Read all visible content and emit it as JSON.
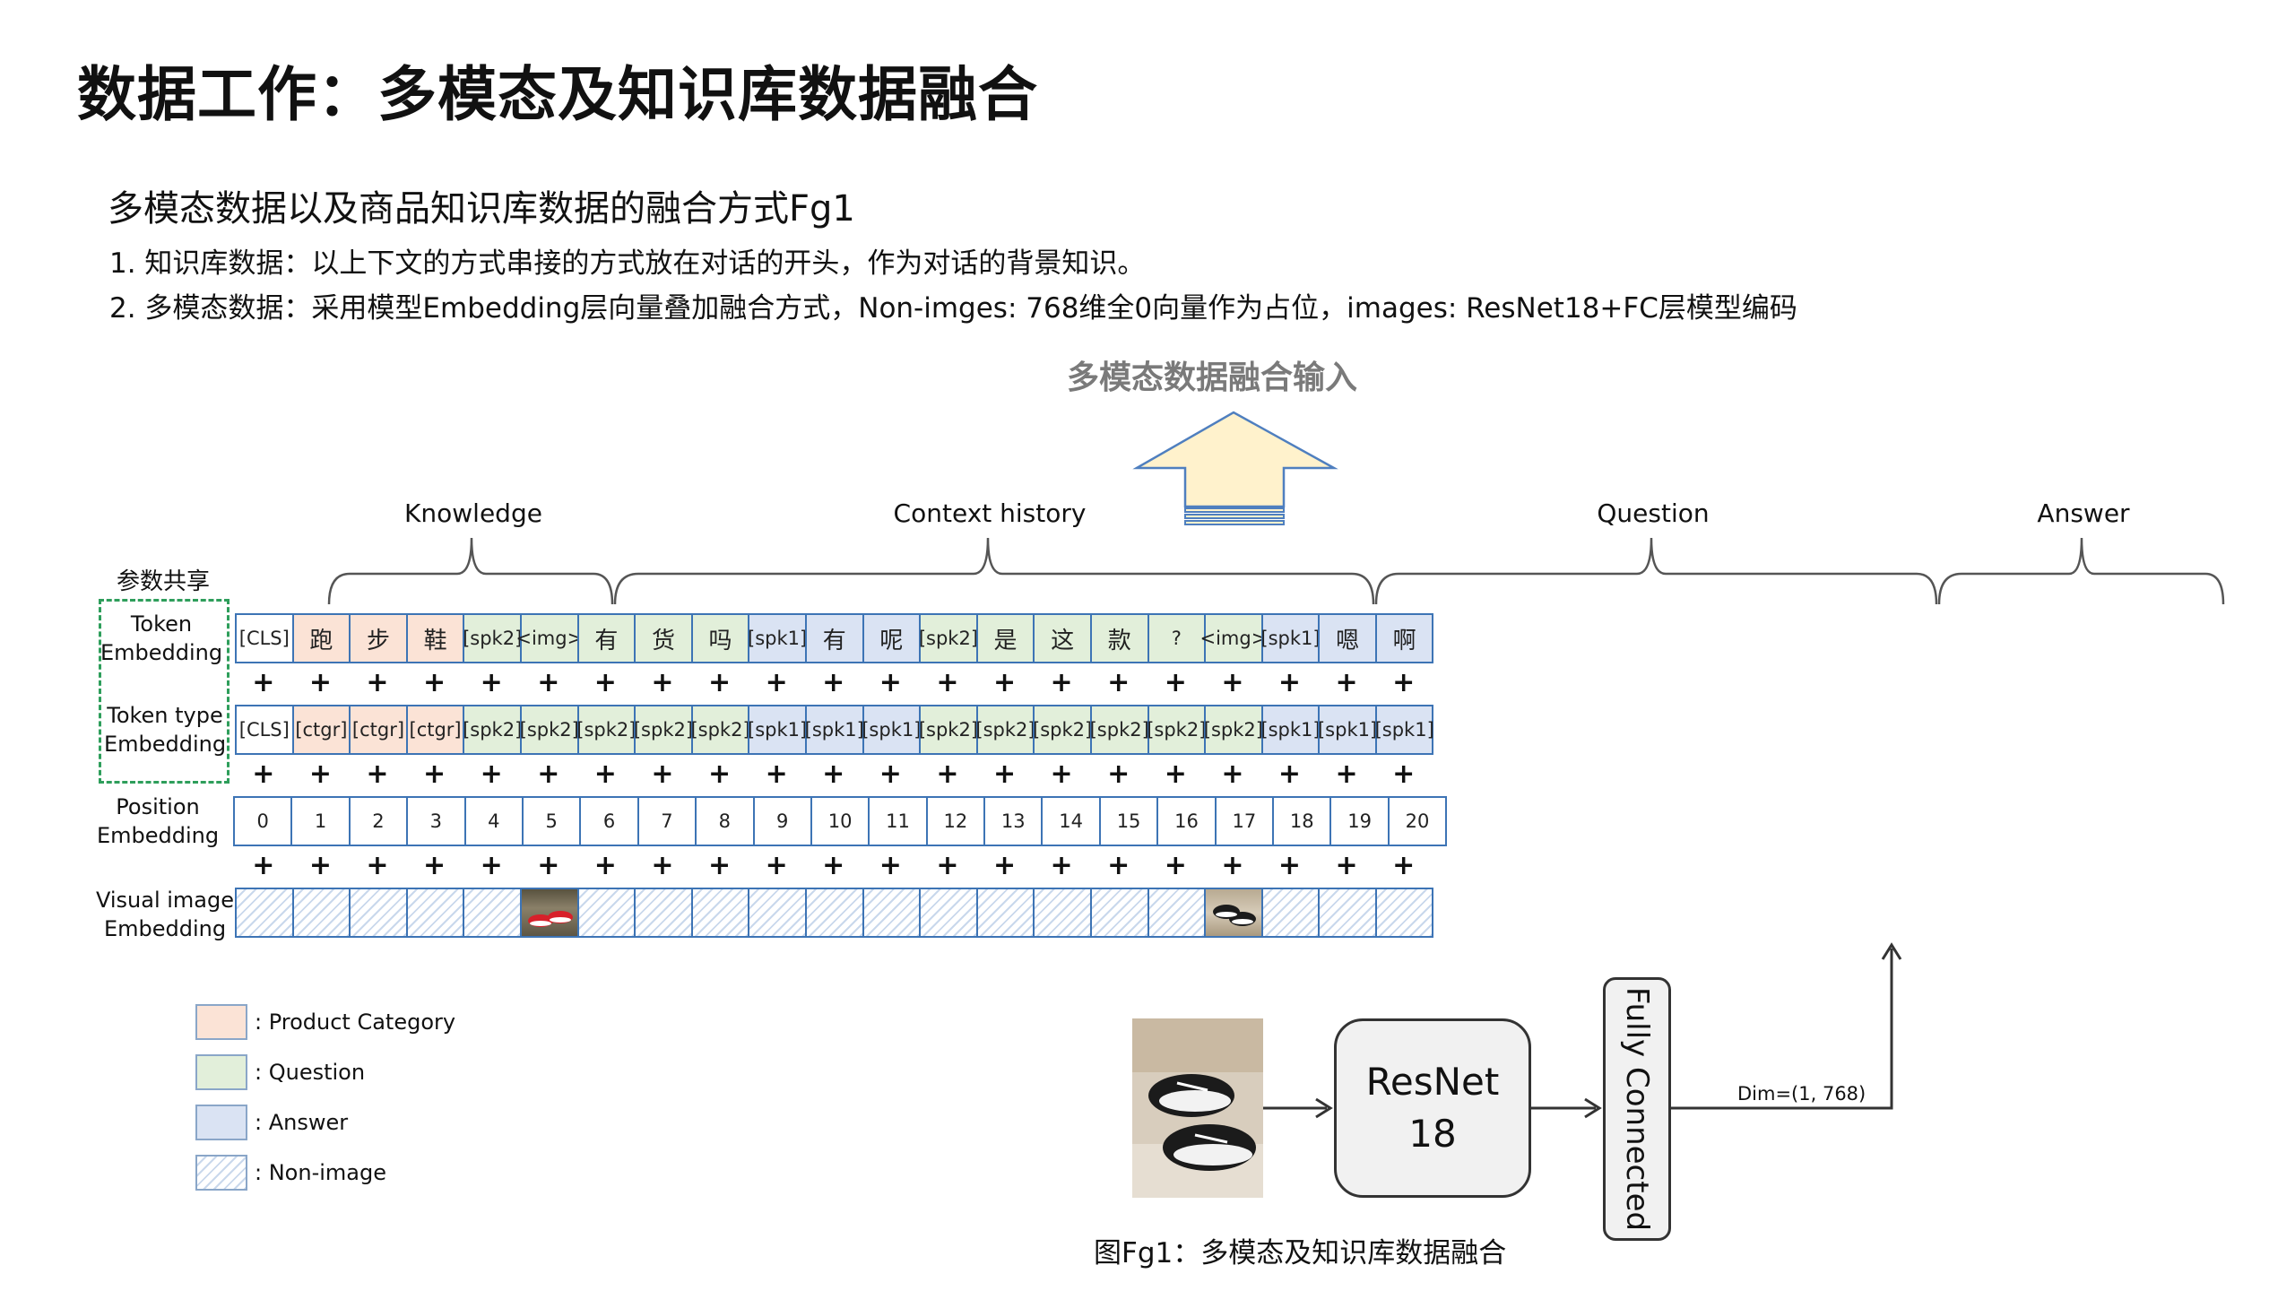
{
  "title": "数据工作：多模态及知识库数据融合",
  "subtitle": "多模态数据以及商品知识库数据的融合方式Fg1",
  "points": [
    "1. 知识库数据：以上下文的方式串接的方式放在对话的开头，作为对话的背景知识。",
    "2. 多模态数据：采用模型Embedding层向量叠加融合方式，Non-imges: 768维全0向量作为占位，images: ResNet18+FC层模型编码"
  ],
  "fusion_label": "多模态数据融合输入",
  "sections": [
    "Knowledge",
    "Context history",
    "Question",
    "Answer"
  ],
  "shared_label": "参数共享",
  "row_labels": {
    "token": [
      "Token",
      "Embedding"
    ],
    "token_type": [
      "Token type",
      "Embedding"
    ],
    "position": [
      "Position",
      "Embedding"
    ],
    "visual": [
      "Visual image",
      "Embedding"
    ]
  },
  "token_row": [
    "[CLS]",
    "跑",
    "步",
    "鞋",
    "[spk2]",
    "<img>",
    "有",
    "货",
    "吗",
    "[spk1]",
    "有",
    "呢",
    "[spk2]",
    "是",
    "这",
    "款",
    "?",
    "<img>",
    "[spk1]",
    "嗯",
    "啊"
  ],
  "token_type_row": [
    "[CLS]",
    "[ctgr]",
    "[ctgr]",
    "[ctgr]",
    "[spk2]",
    "[spk2]",
    "[spk2]",
    "[spk2]",
    "[spk2]",
    "[spk1]",
    "[spk1]",
    "[spk1]",
    "[spk2]",
    "[spk2]",
    "[spk2]",
    "[spk2]",
    "[spk2]",
    "[spk2]",
    "[spk1]",
    "[spk1]",
    "[spk1]"
  ],
  "position_row": [
    "0",
    "1",
    "2",
    "3",
    "4",
    "5",
    "6",
    "7",
    "8",
    "9",
    "10",
    "11",
    "12",
    "13",
    "14",
    "15",
    "16",
    "17",
    "18",
    "19",
    "20"
  ],
  "plus": "+",
  "legend": [
    {
      "label": ": Product Category",
      "color": "#fbe3d6"
    },
    {
      "label": ": Question",
      "color": "#e2efda"
    },
    {
      "label": ": Answer",
      "color": "#dae3f3"
    },
    {
      "label": ": Non-image",
      "color": "hatch"
    }
  ],
  "resnet": [
    "ResNet",
    "18"
  ],
  "fc_label": "Fully Connected",
  "dim_label": "Dim=(1, 768)",
  "caption": "图Fg1：多模态及知识库数据融合",
  "colors": {
    "product_category": "#fbe3d6",
    "question": "#e2efda",
    "answer": "#dae3f3",
    "cell_border": "#3d74b5",
    "shared_border": "#2e9e5b",
    "arrow_fill": "#fff2cc"
  }
}
